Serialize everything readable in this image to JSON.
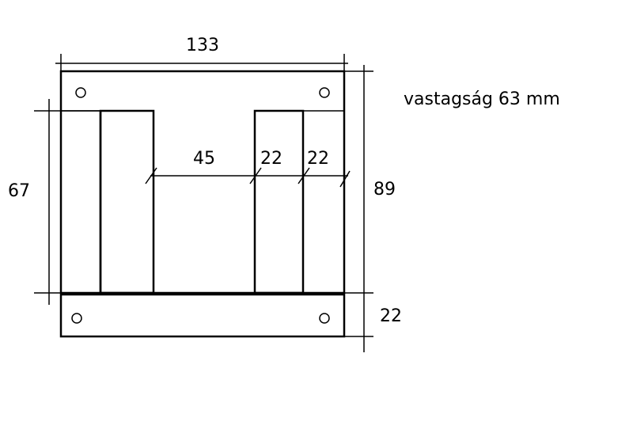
{
  "dimensions": {
    "total_width": "133",
    "window_width": "45",
    "leg_width_a": "22",
    "leg_width_b": "22",
    "window_height": "67",
    "total_height": "89",
    "yoke_height": "22"
  },
  "note": "vastagság 63 mm",
  "colors": {
    "stroke": "#000000",
    "background": "#ffffff"
  }
}
